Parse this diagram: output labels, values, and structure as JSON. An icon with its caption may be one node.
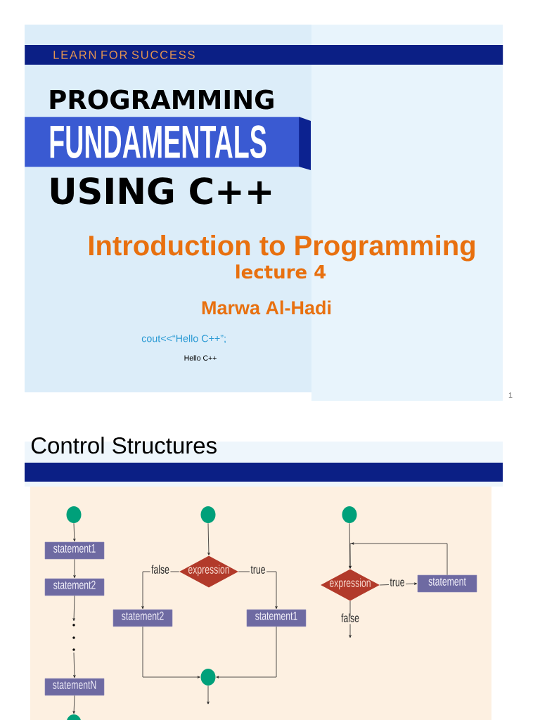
{
  "diagram": {
    "nodes": [
      {
        "text": [
          "LEARN FOR SUCCESS"
        ]
      },
      {
        "text": [
          "FUNDAMENTALS"
        ]
      },
      {
        "text": [],
        "shape": "bar"
      },
      {
        "text": [],
        "shape": "circle"
      },
      {
        "text": [
          "statement1"
        ]
      },
      {
        "text": [
          "statement2"
        ]
      },
      {
        "text": [],
        "shape": "dots"
      },
      {
        "text": [
          "statementN"
        ]
      },
      {
        "text": [],
        "shape": "circle"
      },
      {
        "text": [],
        "shape": "circle"
      },
      {
        "text": [
          "expression"
        ]
      },
      {
        "text": [
          "statement2"
        ]
      },
      {
        "text": [
          "statement1"
        ]
      },
      {
        "text": [],
        "shape": "circle"
      },
      {
        "text": [],
        "shape": "circle"
      },
      {
        "text": [
          "expression"
        ]
      },
      {
        "text": [
          "statement"
        ]
      }
    ],
    "edges": [
      {
        "from": 3,
        "to": 4,
        "arrow": "to"
      },
      {
        "from": 4,
        "to": 5,
        "arrow": "to"
      },
      {
        "from": 5,
        "to": 6,
        "arrow": "to"
      },
      {
        "from": 6,
        "to": 7,
        "arrow": "to"
      },
      {
        "from": 7,
        "to": 8,
        "arrow": "to"
      },
      {
        "from": 9,
        "to": 10,
        "arrow": "to"
      },
      {
        "from": 10,
        "to": 11,
        "arrow": "to",
        "label": "false"
      },
      {
        "from": 10,
        "to": 12,
        "arrow": "to",
        "label": "true"
      },
      {
        "from": 11,
        "to": 13,
        "arrow": "to"
      },
      {
        "from": 12,
        "to": 13,
        "arrow": "to"
      },
      {
        "from": 13,
        "to": null,
        "arrow": "to"
      },
      {
        "from": 14,
        "to": 15,
        "arrow": "to"
      },
      {
        "from": 16,
        "to": 15,
        "arrow": "to"
      },
      {
        "from": 15,
        "to": 16,
        "arrow": "to",
        "label": "true"
      },
      {
        "from": 15,
        "to": null,
        "arrow": "to",
        "label": "false"
      }
    ],
    "labels": [
      "PROGRAMMING",
      "USING C++",
      "Introduction to Programming",
      "lecture 4",
      "Marwa Al-Hadi",
      "cout<<“Hello C++”;",
      "Hello C++",
      "1",
      "Control Structures"
    ]
  }
}
